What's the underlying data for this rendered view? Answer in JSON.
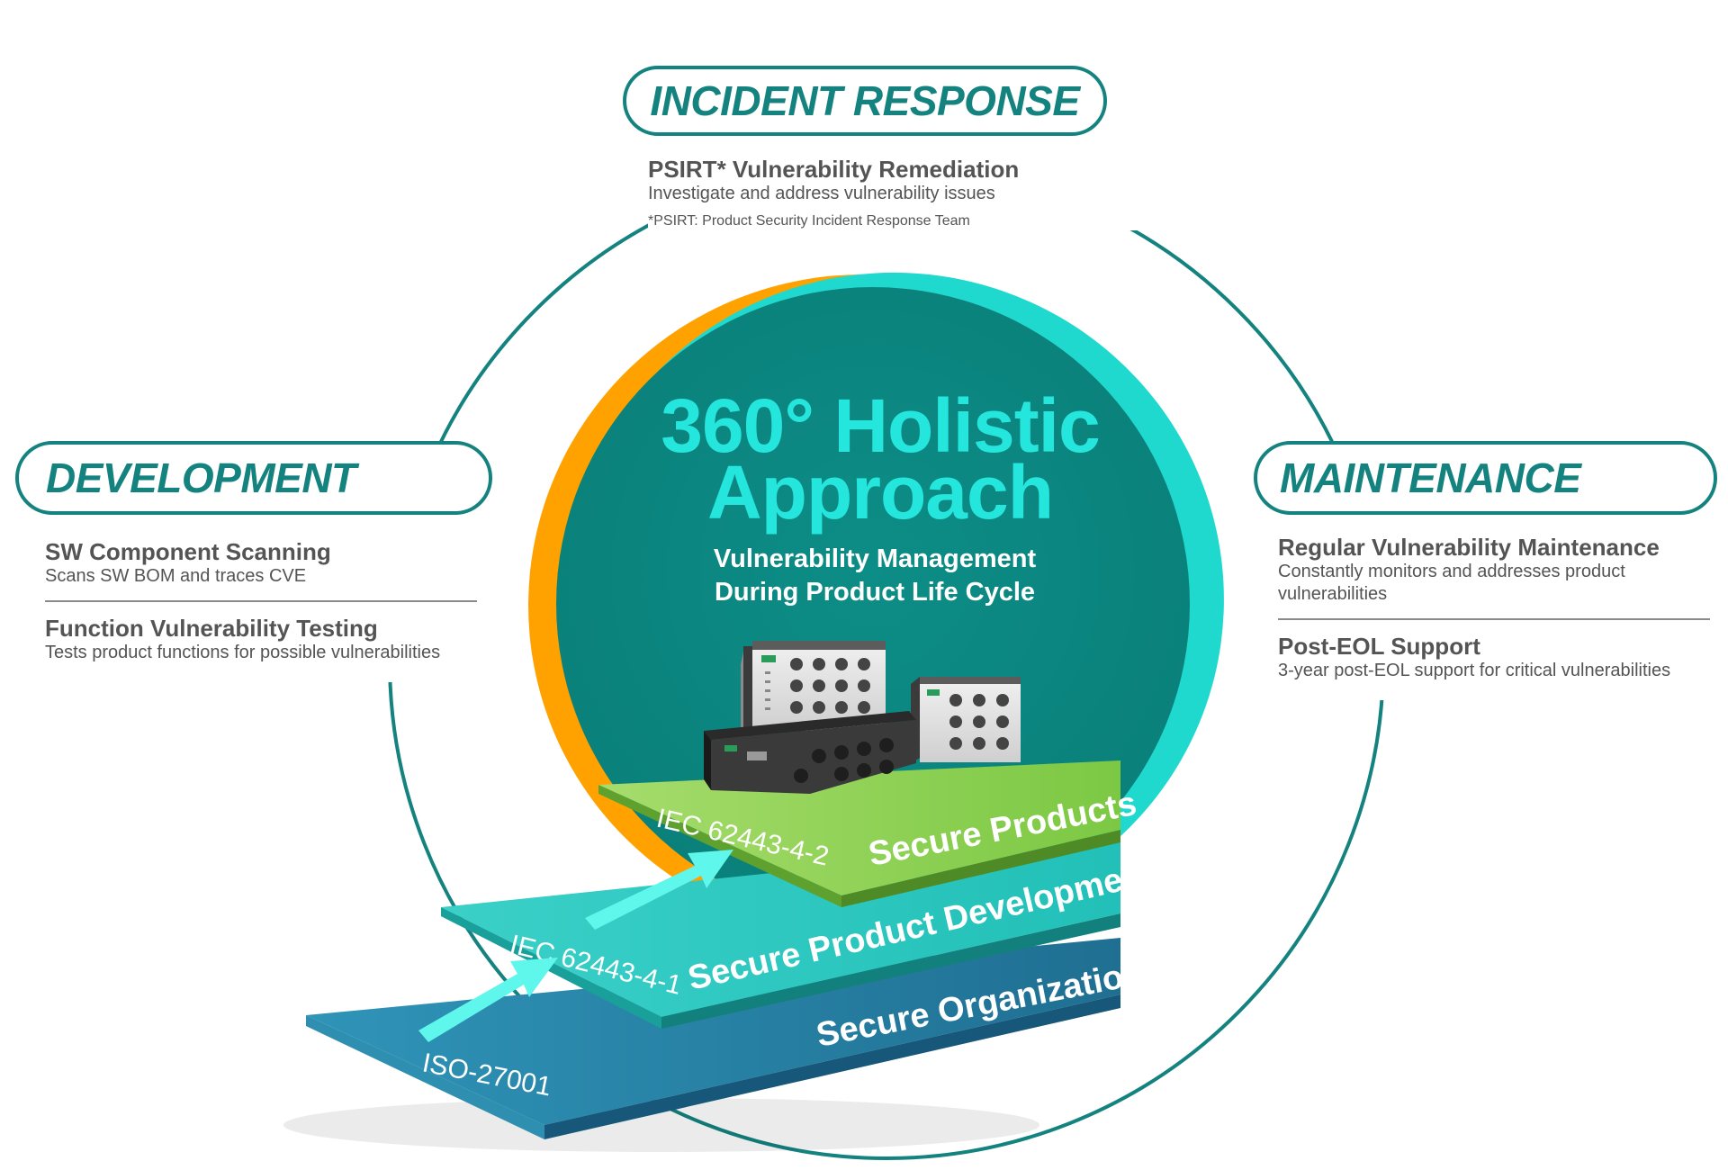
{
  "colors": {
    "ring": "#14837f",
    "center_fill": "#0c8a84",
    "headline": "#24e6dc",
    "orange_arc": "#ffa200",
    "cyan_arc": "#1fd9cf",
    "secure_products": "#78c23c",
    "secure_product_development": "#23b7b1",
    "secure_organization": "#23779b",
    "arrow": "#5ff6ec",
    "text_gray": "#545454"
  },
  "incident_response": {
    "title": "INCIDENT RESPONSE",
    "item": {
      "heading": "PSIRT* Vulnerability Remediation",
      "description": "Investigate and address vulnerability issues",
      "note": "*PSIRT: Product Security Incident Response Team"
    }
  },
  "development": {
    "title": "DEVELOPMENT",
    "items": [
      {
        "heading": "SW Component Scanning",
        "description": "Scans SW BOM and traces CVE"
      },
      {
        "heading": "Function Vulnerability Testing",
        "description": "Tests product functions for possible vulnerabilities"
      }
    ]
  },
  "maintenance": {
    "title": "MAINTENANCE",
    "items": [
      {
        "heading": "Regular Vulnerability Maintenance",
        "description": "Constantly monitors and addresses product vulnerabilities"
      },
      {
        "heading": "Post-EOL Support",
        "description": "3-year post-EOL support for critical vulnerabilities"
      }
    ]
  },
  "center": {
    "headline_line1": "360° Holistic",
    "headline_line2": "Approach",
    "subtitle_line1": "Vulnerability Management",
    "subtitle_line2": "During Product Life Cycle"
  },
  "layers": [
    {
      "standard": "IEC 62443-4-2",
      "label": "Secure Products"
    },
    {
      "standard": "IEC 62443-4-1",
      "label": "Secure Product Development"
    },
    {
      "standard": "ISO-27001",
      "label": "Secure Organization"
    }
  ]
}
